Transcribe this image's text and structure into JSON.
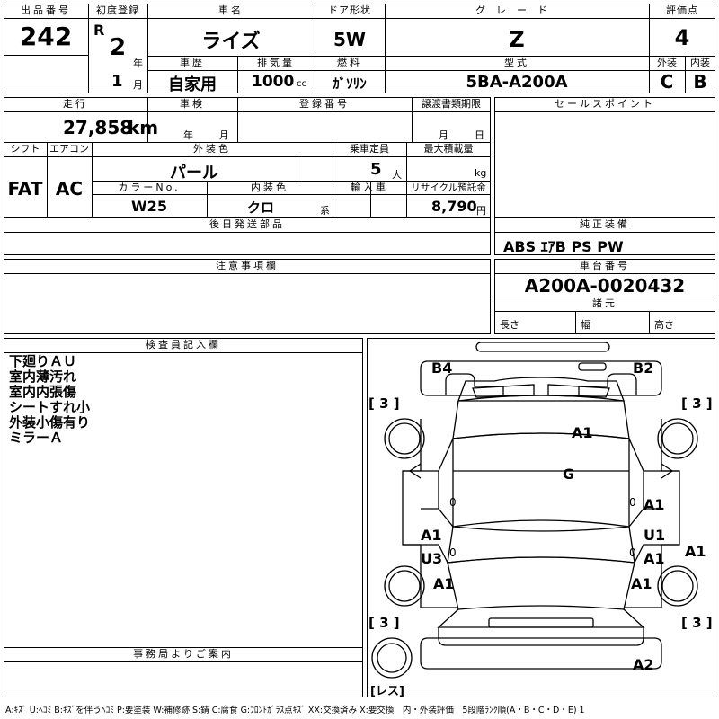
{
  "header": {
    "lot_label": "出品番号",
    "lot": "242",
    "reg_label": "初度登録",
    "era": "R",
    "year": "2",
    "year_unit": "年",
    "month": "1",
    "month_unit": "月",
    "name_label": "車名",
    "name": "ライズ",
    "door_label": "ドア形状",
    "door": "5W",
    "grade_label": "グレード",
    "grade": "Z",
    "score_label": "評価点",
    "score": "4",
    "history_label": "車歴",
    "history": "自家用",
    "disp_label": "排気量",
    "disp": "1000",
    "disp_unit": "cc",
    "fuel_label": "燃料",
    "fuel": "ｶﾞｿﾘﾝ",
    "model_label": "型式",
    "model": "5BA-A200A",
    "ext_label": "外装",
    "ext": "C",
    "int_label": "内装",
    "int": "B"
  },
  "row2": {
    "mileage_label": "走行",
    "mileage": "27,858",
    "mileage_unit": "km",
    "shaken_label": "車検",
    "shaken_year": "年",
    "shaken_month": "月",
    "regno_label": "登録番号",
    "transfer_label": "譲渡書類期限",
    "transfer_month": "月",
    "transfer_day": "日",
    "sales_label": "セールスポイント"
  },
  "row3": {
    "shift_label": "シフト",
    "shift": "FAT",
    "ac_label": "エアコン",
    "ac": "AC",
    "color_label": "外装色",
    "color": "パール",
    "capacity_label": "乗車定員",
    "capacity": "5",
    "capacity_unit": "人",
    "load_label": "最大積載量",
    "load_unit": "kg",
    "colorno_label": "カラーNo.",
    "colorno": "W25",
    "intcolor_label": "内装色",
    "intcolor": "クロ",
    "intcolor_unit": "系",
    "import_label": "輸入車",
    "recycle_label": "リサイクル預託金",
    "recycle": "8,790",
    "recycle_unit": "円"
  },
  "later_label": "後日発送部品",
  "equipment_label": "純正装備",
  "equipment": "ABS ｴｱB PS PW",
  "caution_label": "注意事項欄",
  "chassis_label": "車台番号",
  "chassis": "A200A-0020432",
  "specs_label": "諸元",
  "specs": {
    "length": "長さ",
    "width": "幅",
    "height": "高さ"
  },
  "inspector_label": "検査員記入欄",
  "inspector_notes": [
    "下廻りＡＵ",
    "室内薄汚れ",
    "室内内張傷",
    "シートすれ小",
    "外装小傷有り",
    "ミラーＡ"
  ],
  "office_label": "事務局よりご案内",
  "diagram": {
    "b4": "B4",
    "b2": "B2",
    "front_a1": "A1",
    "roof_g": "G",
    "right_front_door": "A1",
    "left_a1": "A1",
    "left_u3": "U3",
    "right_u1": "U1",
    "right_a1": "A1",
    "right_edge_a1": "A1",
    "left_rear_a1": "A1",
    "right_rear_a1": "A1",
    "rear_a2": "A2",
    "tire_lf": "3",
    "tire_rf": "3",
    "tire_lr": "3",
    "tire_rr": "3",
    "spare": "レス",
    "zero_left": "0",
    "zero_right": "0",
    "zero_left2": "0",
    "zero_right2": "0"
  },
  "legend": "A:ｷｽﾞ U:ﾍｺﾐ B:ｷｽﾞを伴うﾍｺﾐ P:要塗装 W:補修跡 S:錆 C:腐食 G:ﾌﾛﾝﾄｶﾞﾗｽ点ｷｽﾞ XX:交換済み X:要交換　内・外装評価　5段階ﾗﾝｸ順(A・B・C・D・E) 1"
}
